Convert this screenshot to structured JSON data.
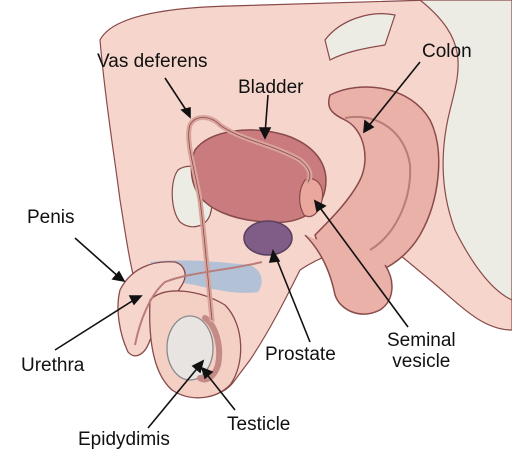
{
  "labels": {
    "vas_deferens": "Vas deferens",
    "bladder": "Bladder",
    "colon": "Colon",
    "penis": "Penis",
    "urethra": "Urethra",
    "prostate": "Prostate",
    "seminal_vesicle_line1": "Seminal",
    "seminal_vesicle_line2": "vesicle",
    "testicle": "Testicle",
    "epidydimis": "Epidydimis"
  },
  "colors": {
    "skin": "#f6d6cc",
    "tissue": "#eebfb3",
    "outline": "#8a4a4a",
    "bladder": "#c97b7e",
    "prostate": "#7f5d86",
    "colon": "#e9b1a8",
    "bone": "#ecece4",
    "urethra_blue": "#8fb6dd",
    "testicle": "#e7e4e1",
    "leader": "#111111"
  }
}
